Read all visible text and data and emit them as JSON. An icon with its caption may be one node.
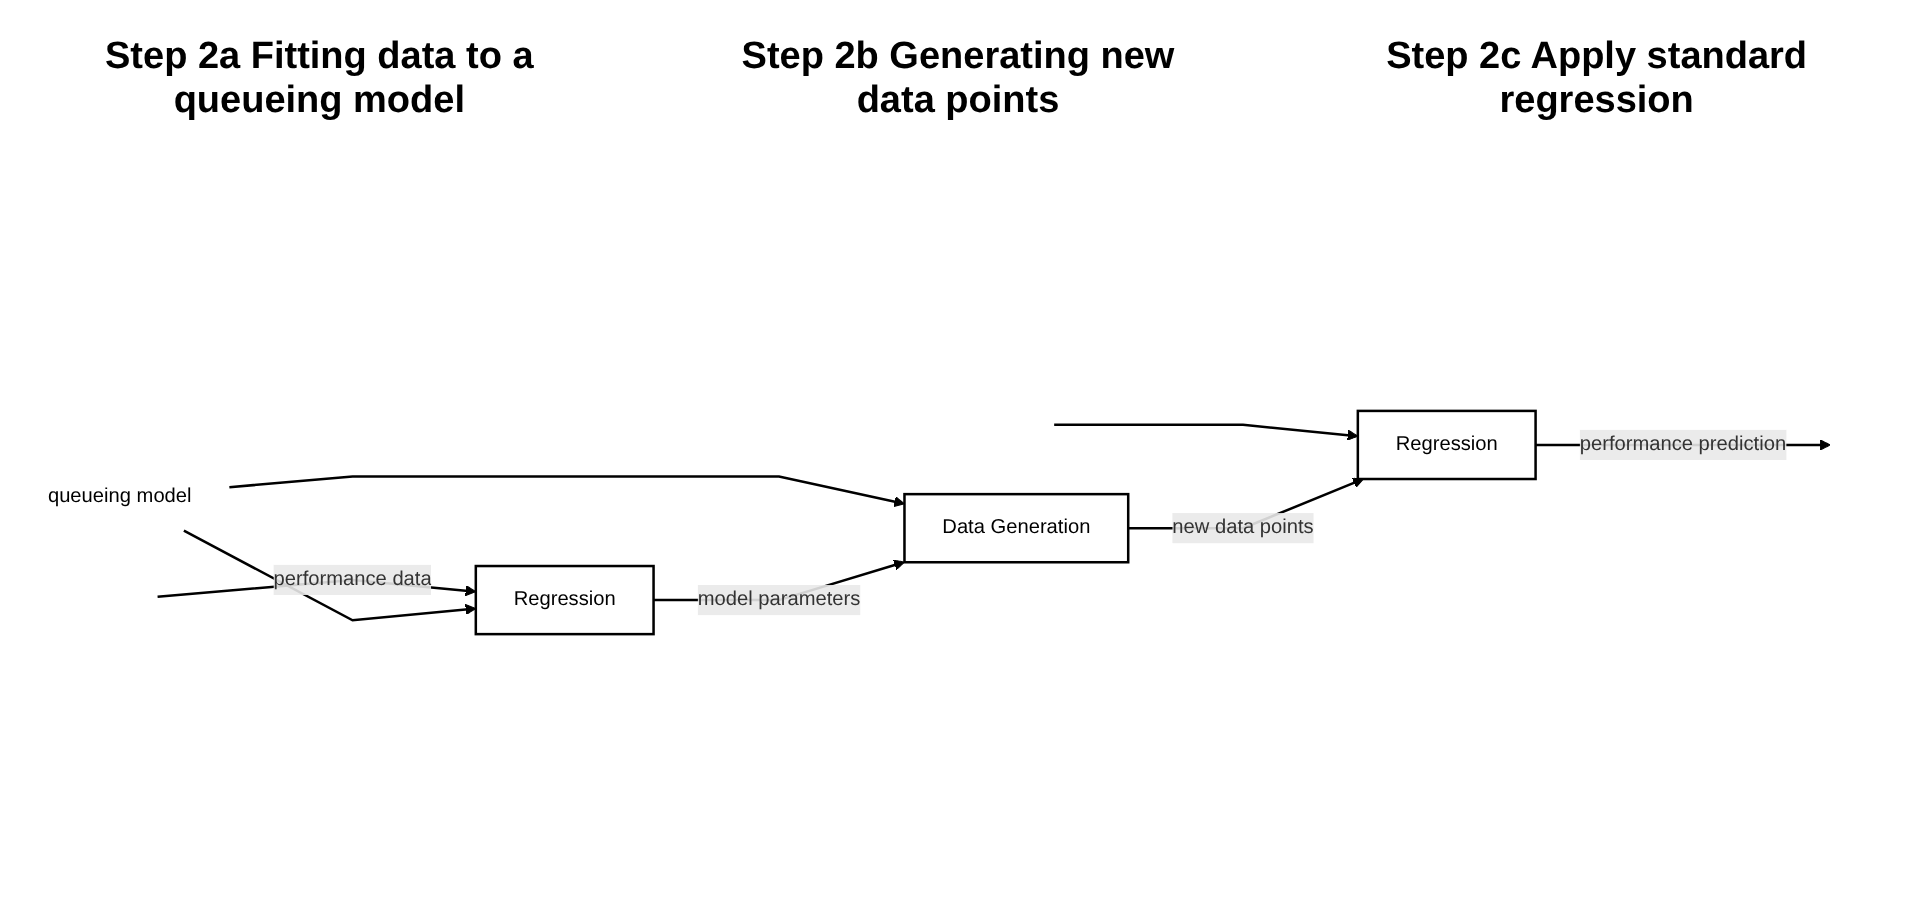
{
  "diagram": {
    "nodes": [
      {
        "text": [
          "Regression"
        ]
      },
      {
        "text": [
          "Data Generation"
        ]
      },
      {
        "text": [
          "queueing model"
        ]
      },
      {
        "text": [
          "Regression"
        ]
      }
    ],
    "edges": [
      {
        "from": null,
        "to": 0,
        "arrow": "to",
        "label": "performance data"
      },
      {
        "from": null,
        "to": 3,
        "arrow": "to"
      },
      {
        "from": 2,
        "to": 0,
        "arrow": "to"
      },
      {
        "from": 2,
        "to": 1,
        "arrow": "to"
      },
      {
        "from": 0,
        "to": 1,
        "arrow": "to",
        "label": "model parameters"
      },
      {
        "from": 1,
        "to": 3,
        "arrow": "to",
        "label": "new data points"
      },
      {
        "from": 3,
        "to": null,
        "arrow": "to",
        "label": "performance prediction"
      }
    ],
    "labels": [
      "Step 2a Fitting data to a queueing model",
      "Step 2b Generating new data points",
      "Step 2c Apply standard regression"
    ]
  }
}
